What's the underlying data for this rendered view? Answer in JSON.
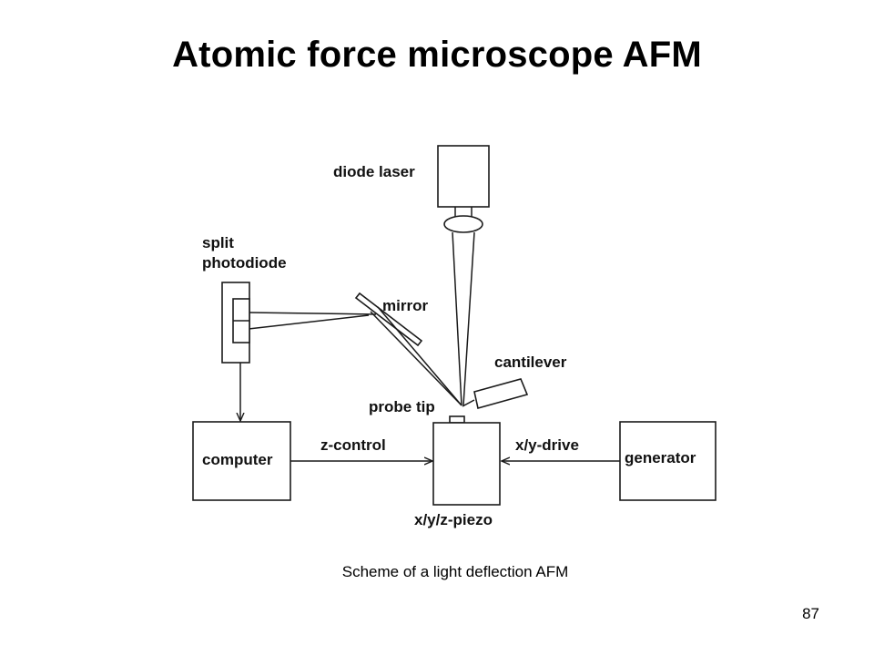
{
  "title": "Atomic force microscope AFM",
  "labels": {
    "diode_laser": "diode laser",
    "split_photodiode_line1": "split",
    "split_photodiode_line2": "photodiode",
    "mirror": "mirror",
    "cantilever": "cantilever",
    "probe_tip": "probe tip",
    "computer": "computer",
    "z_control": "z-control",
    "xy_drive": "x/y-drive",
    "generator": "generator",
    "piezo": "x/y/z-piezo"
  },
  "caption": "Scheme of a light deflection AFM",
  "page_number": "87"
}
